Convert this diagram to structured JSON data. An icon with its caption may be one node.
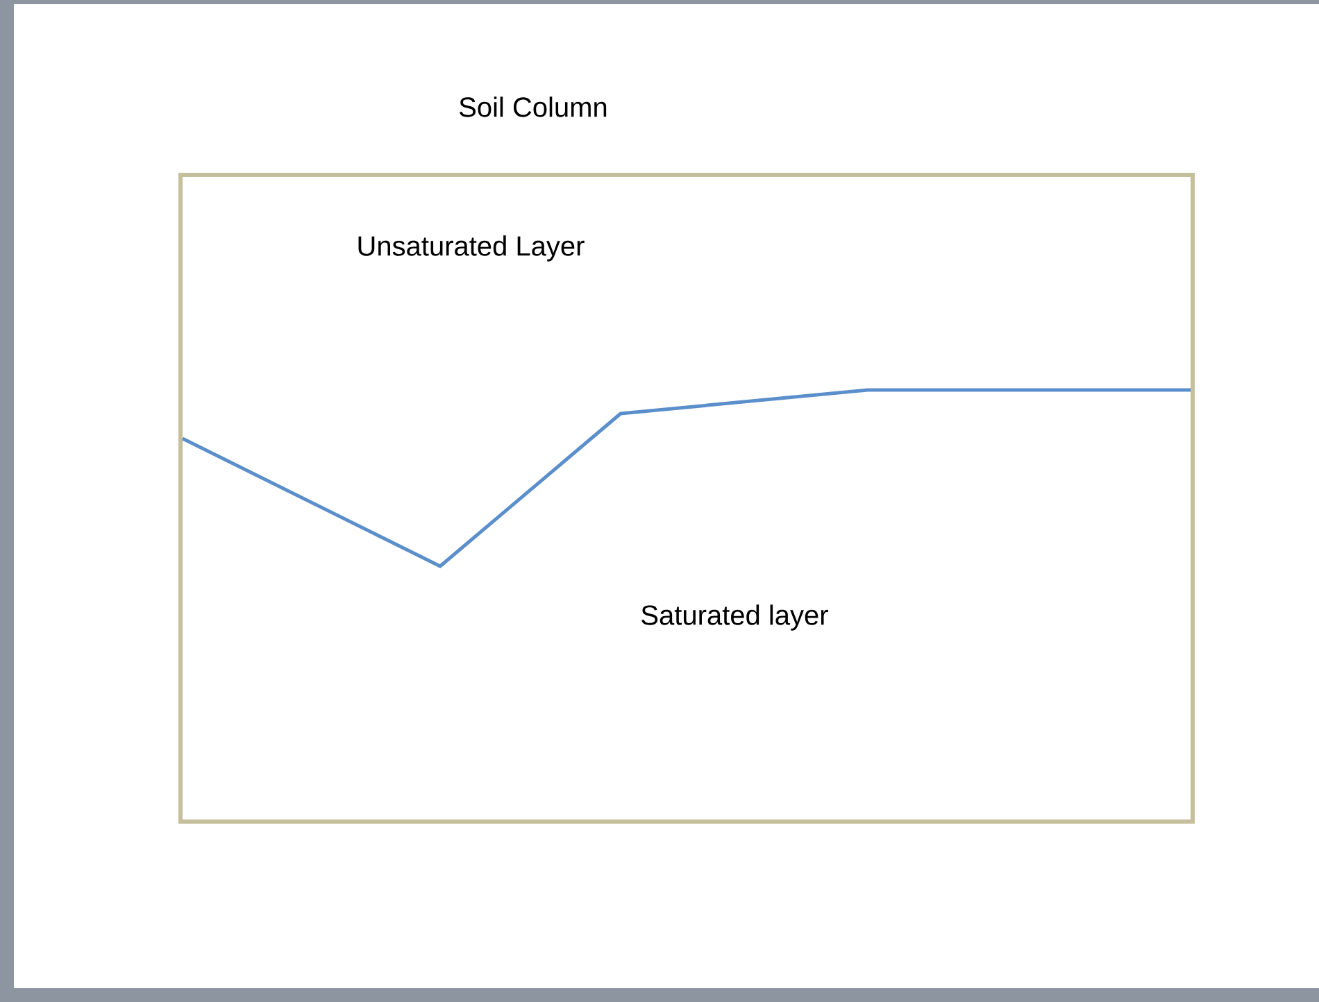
{
  "diagram": {
    "nodes": [
      {
        "text": [
          "Soil Column",
          "Unsaturated Layer",
          "Saturated layer"
        ]
      }
    ]
  }
}
